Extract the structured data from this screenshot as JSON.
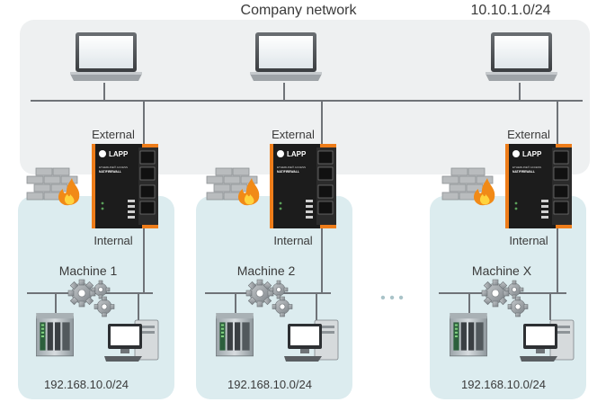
{
  "company_network": {
    "title": "Company network",
    "subnet": "10.10.1.0/24",
    "laptops": [
      "laptop",
      "laptop",
      "laptop"
    ]
  },
  "firewalls": [
    {
      "external_label": "External",
      "internal_label": "Internal",
      "brand": "LAPP",
      "model_line1": "ETHERLINE® ACCESS",
      "model_line2": "NAT/FIREWALL",
      "icon": "firewall-brick-flame-icon"
    },
    {
      "external_label": "External",
      "internal_label": "Internal",
      "brand": "LAPP",
      "model_line1": "ETHERLINE® ACCESS",
      "model_line2": "NAT/FIREWALL",
      "icon": "firewall-brick-flame-icon"
    },
    {
      "external_label": "External",
      "internal_label": "Internal",
      "brand": "LAPP",
      "model_line1": "ETHERLINE® ACCESS",
      "model_line2": "NAT/FIREWALL",
      "icon": "firewall-brick-flame-icon"
    }
  ],
  "machines": [
    {
      "name": "Machine 1",
      "subnet": "192.168.10.0/24"
    },
    {
      "name": "Machine 2",
      "subnet": "192.168.10.0/24"
    },
    {
      "name": "Machine X",
      "subnet": "192.168.10.0/24"
    }
  ],
  "ellipsis": "• • •",
  "colors": {
    "company_bg": "#eef0f1",
    "machine_bg": "#dcecef",
    "device_orange": "#ee7d1a",
    "device_body": "#1c1c1c",
    "line": "#6f7378"
  }
}
